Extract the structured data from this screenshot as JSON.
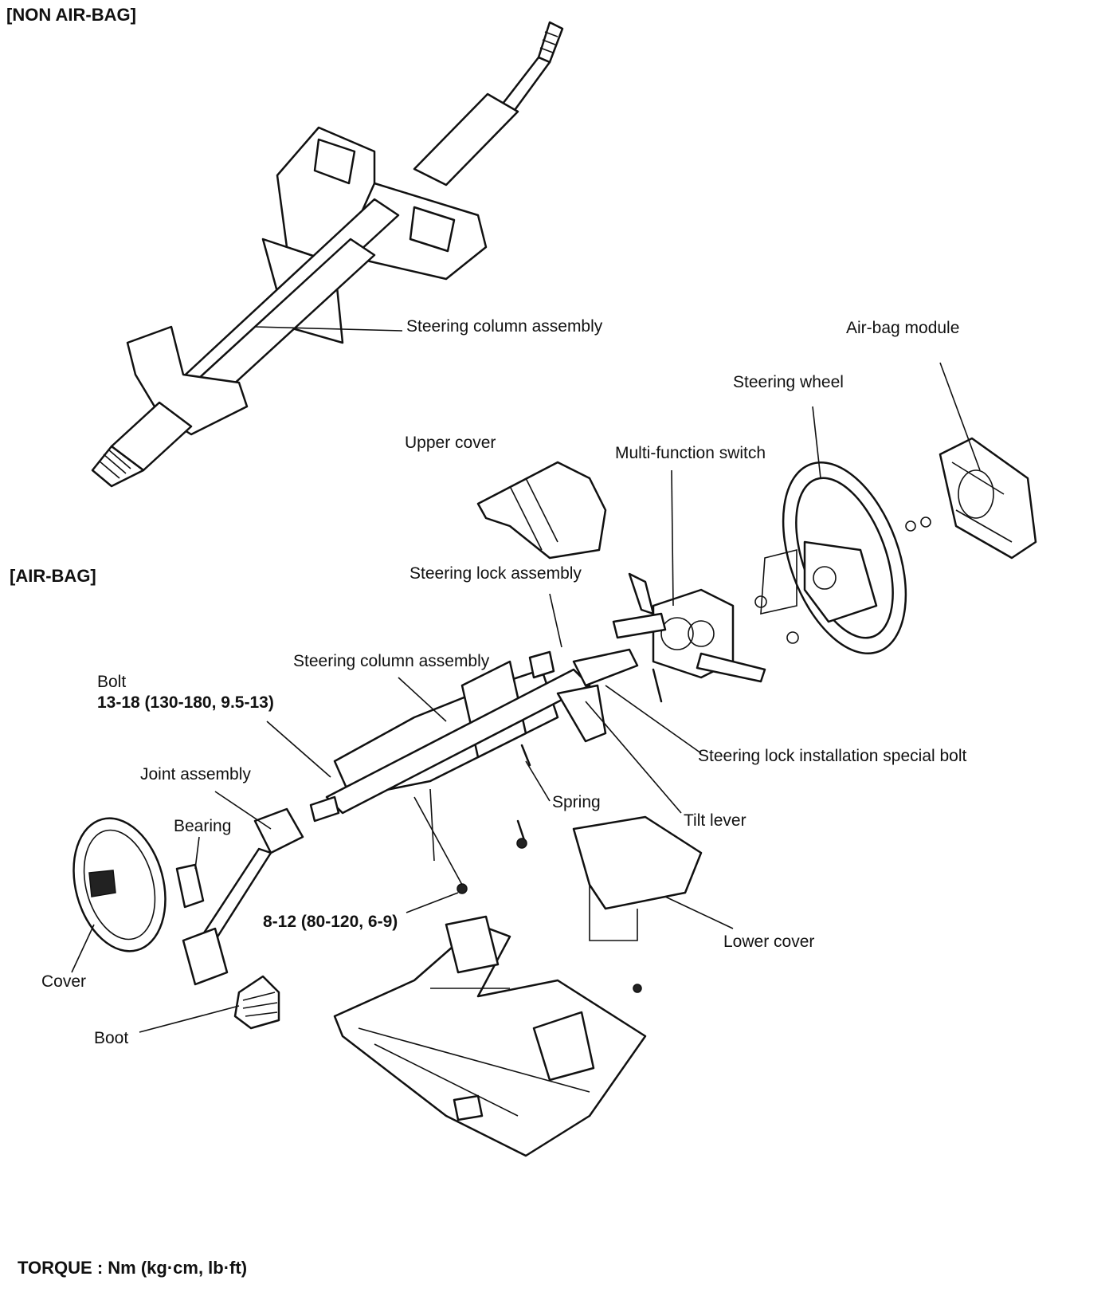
{
  "headings": {
    "non_airbag": "[NON AIR-BAG]",
    "airbag": "[AIR-BAG]",
    "torque_note": "TORQUE : Nm (kg·cm, lb·ft)"
  },
  "labels": {
    "steering_column_upper": "Steering column assembly",
    "airbag_module": "Air-bag module",
    "steering_wheel": "Steering wheel",
    "upper_cover": "Upper cover",
    "multi_function_switch": "Multi-function switch",
    "steering_lock_assembly": "Steering lock assembly",
    "steering_column_lower": "Steering column assembly",
    "bolt": "Bolt",
    "bolt_torque": "13-18 (130-180, 9.5-13)",
    "joint_assembly": "Joint assembly",
    "bearing": "Bearing",
    "spring": "Spring",
    "tilt_lever": "Tilt lever",
    "steering_lock_bolt": "Steering lock installation special bolt",
    "lower_torque": "8-12 (80-120, 6-9)",
    "lower_cover": "Lower cover",
    "cover": "Cover",
    "boot": "Boot"
  },
  "icons": [
    "steering-column-drawing",
    "steering-wheel-drawing",
    "airbag-module-drawing",
    "upper-cover-drawing",
    "lower-cover-drawing",
    "boot-drawing",
    "joint-drawing",
    "cover-drawing",
    "bracket-drawing"
  ]
}
